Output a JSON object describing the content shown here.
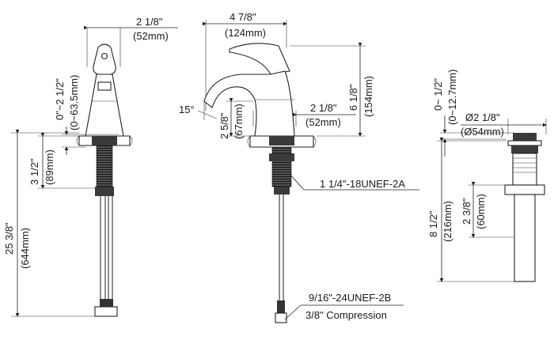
{
  "left_view": {
    "width_in": "2 1/8\"",
    "width_mm": "(52mm)",
    "lift_in": "0\"~2 1/2\"",
    "lift_mm": "(0~63.5mm)",
    "deck_in": "3 1/2\"",
    "deck_mm": "(89mm)",
    "total_in": "25 3/8\"",
    "total_mm": "(644mm)"
  },
  "center_view": {
    "reach_in": "4 7/8\"",
    "reach_mm": "(124mm)",
    "height_in": "6 1/8\"",
    "height_mm": "(154mm)",
    "spout_in": "2 5/8\"",
    "spout_mm": "(67mm)",
    "angle": "15°",
    "base_in": "2 1/8\"",
    "base_mm": "(52mm)",
    "thread_label": "1 1/4\"-18UNEF-2A",
    "hose_thread": "9/16\"-24UNEF-2B",
    "compression": "3/8\" Compression"
  },
  "right_view": {
    "lift_in": "0~ 1/2\"",
    "lift_mm": "(0~12.7mm)",
    "dia_in": "Ø2 1/8\"",
    "dia_mm": "(Ø54mm)",
    "body_in": "2 3/8\"",
    "body_mm": "(60mm)",
    "total_in": "8 1/2\"",
    "total_mm": "(216mm)"
  }
}
